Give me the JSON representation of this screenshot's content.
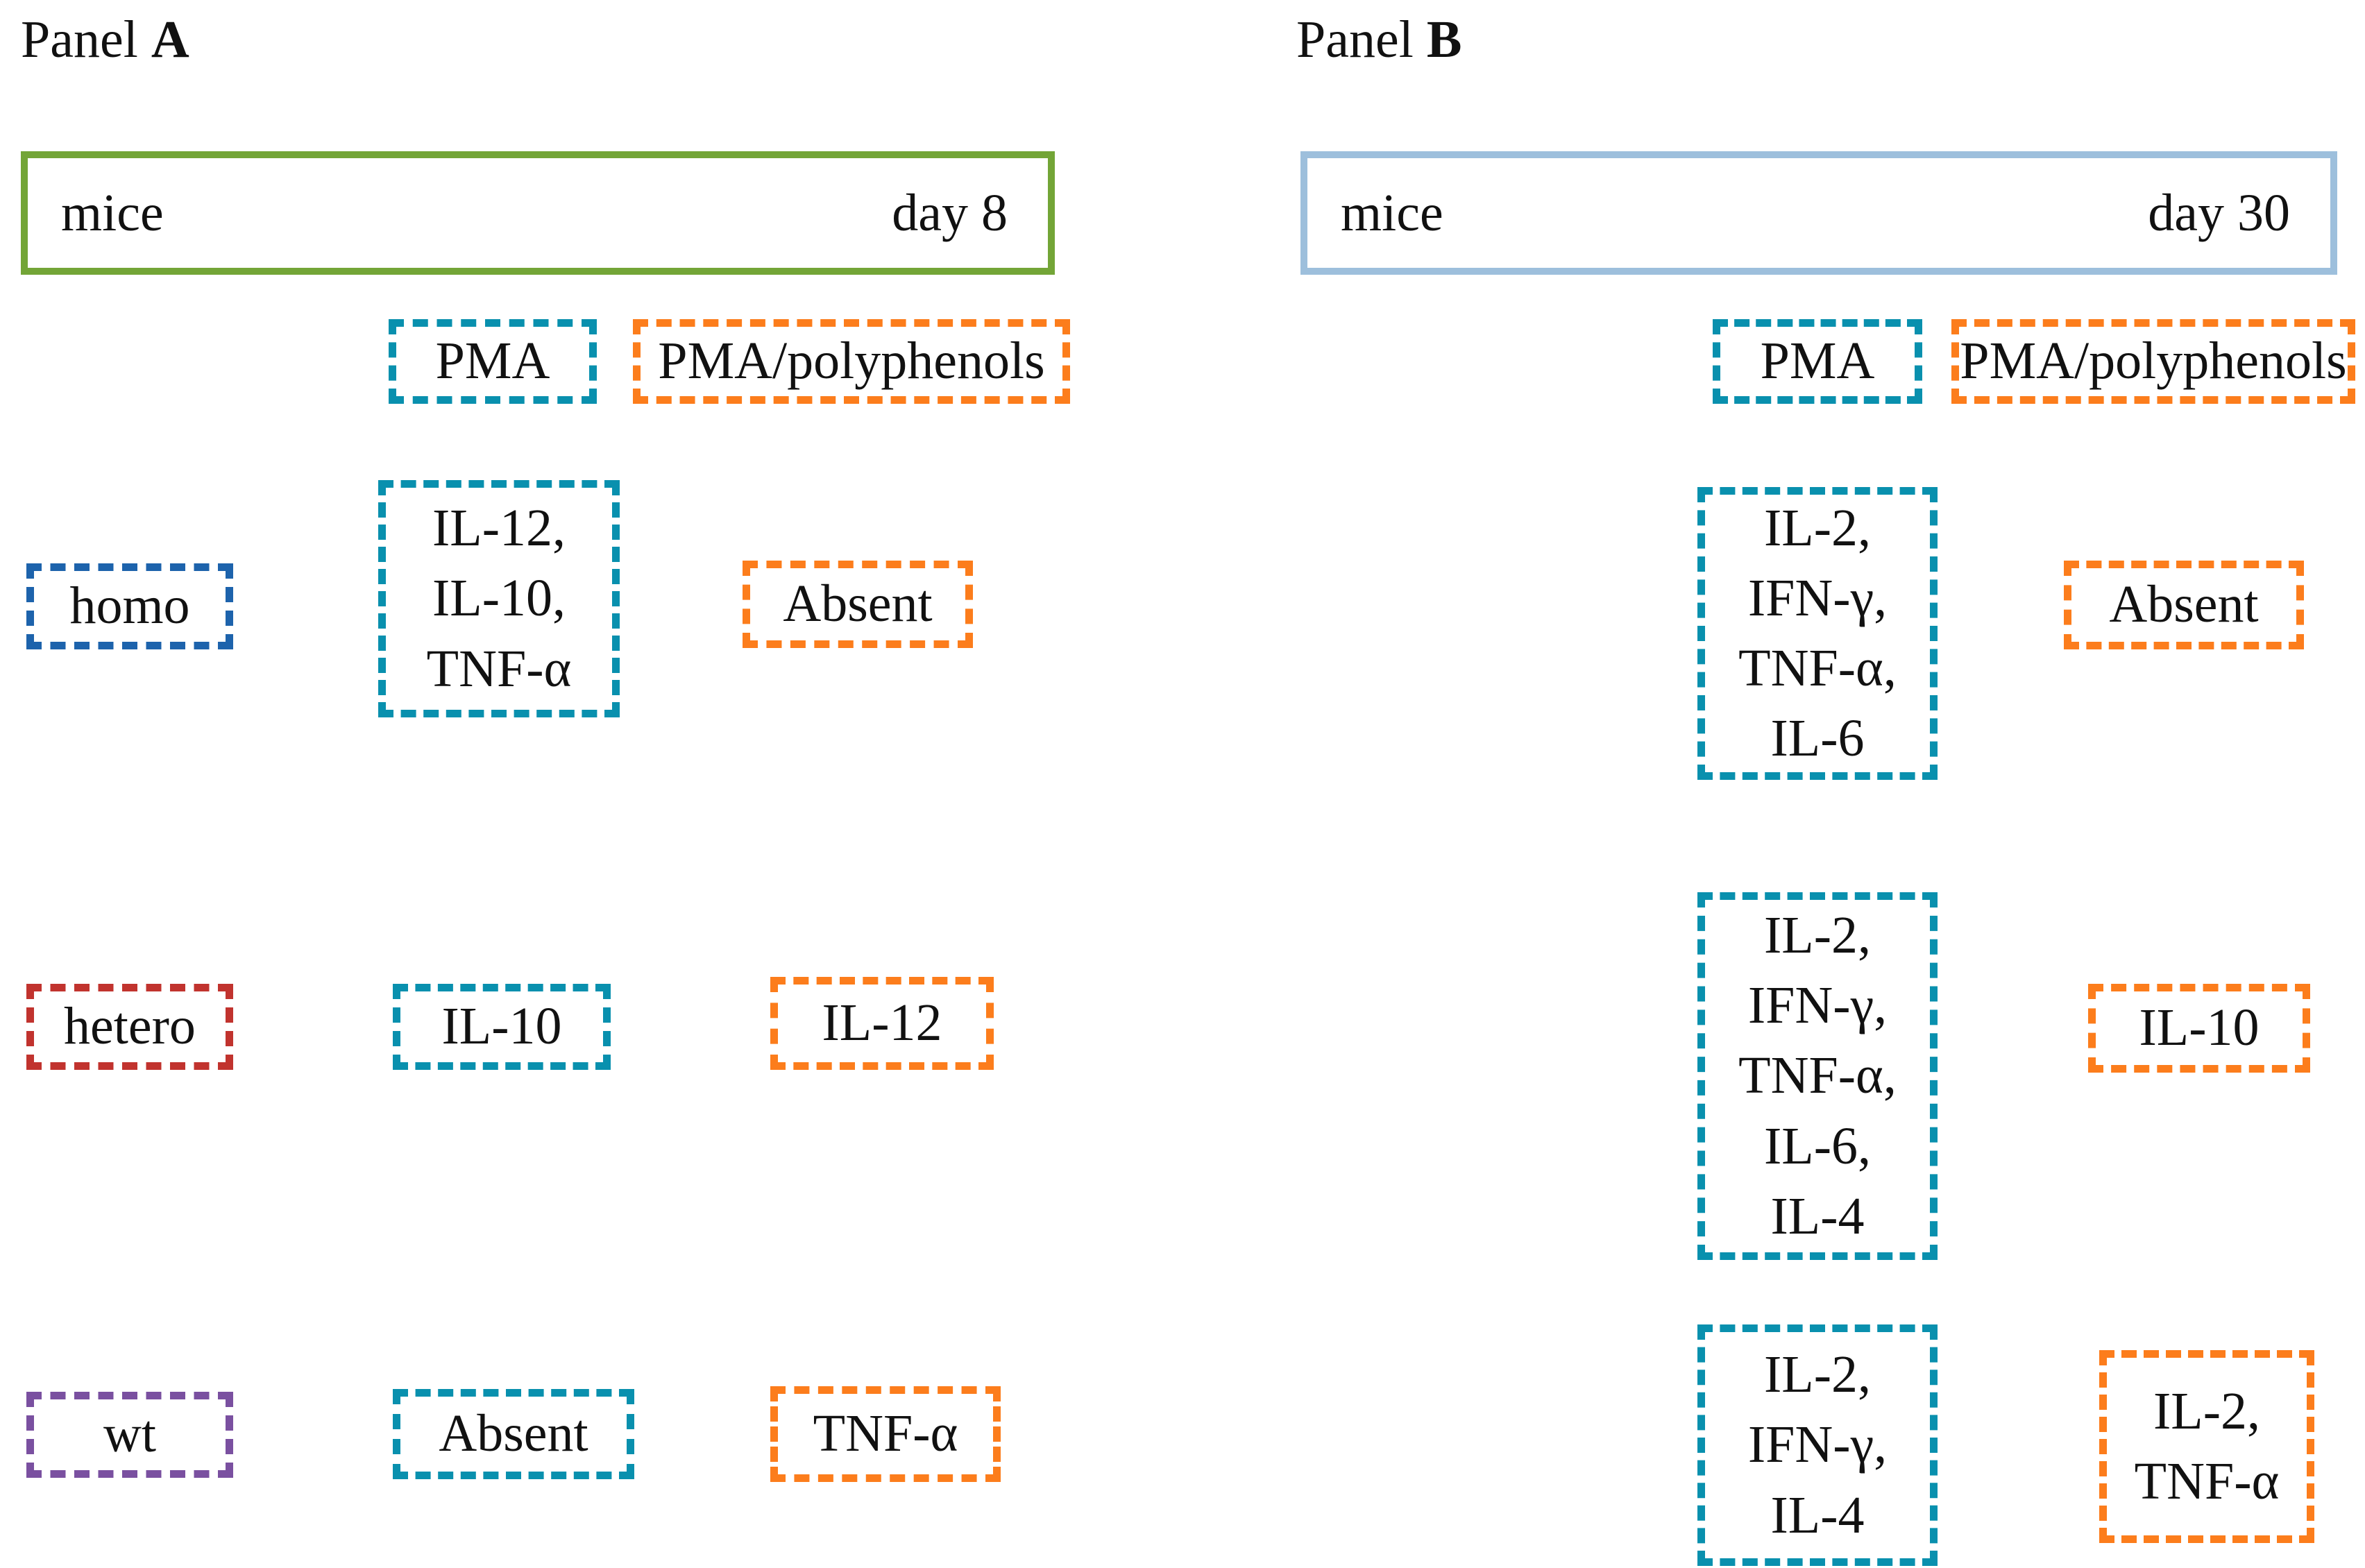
{
  "colors": {
    "green": "#73A537",
    "light_blue": "#9DBFDC",
    "teal": "#0990AE",
    "orange": "#FC7D1C",
    "blue": "#1D63AC",
    "red": "#C1332E",
    "purple": "#7A50A0"
  },
  "panel_a": {
    "title_prefix": "Panel ",
    "title_letter": "A",
    "mice_label": "mice",
    "day_label": "day 8",
    "treatments": {
      "pma": "PMA",
      "pma_polyphenols": "PMA/polyphenols"
    },
    "rows": [
      {
        "genotype": "homo",
        "pma_cytokines": [
          "IL-12,",
          "IL-10,",
          "TNF-α"
        ],
        "polyphenol_cytokines": [
          "Absent"
        ]
      },
      {
        "genotype": "hetero",
        "pma_cytokines": [
          "IL-10"
        ],
        "polyphenol_cytokines": [
          "IL-12"
        ]
      },
      {
        "genotype": "wt",
        "pma_cytokines": [
          "Absent"
        ],
        "polyphenol_cytokines": [
          "TNF-α"
        ]
      }
    ]
  },
  "panel_b": {
    "title_prefix": "Panel ",
    "title_letter": "B",
    "mice_label": "mice",
    "day_label": "day 30",
    "treatments": {
      "pma": "PMA",
      "pma_polyphenols": "PMA/polyphenols"
    },
    "rows": [
      {
        "pma_cytokines": [
          "IL-2,",
          "IFN-γ,",
          "TNF-α,",
          "IL-6"
        ],
        "polyphenol_cytokines": [
          "Absent"
        ]
      },
      {
        "pma_cytokines": [
          "IL-2,",
          "IFN-γ,",
          "TNF-α,",
          "IL-6,",
          "IL-4"
        ],
        "polyphenol_cytokines": [
          "IL-10"
        ]
      },
      {
        "pma_cytokines": [
          "IL-2,",
          "IFN-γ,",
          "IL-4"
        ],
        "polyphenol_cytokines": [
          "IL-2,",
          "TNF-α"
        ]
      }
    ]
  }
}
